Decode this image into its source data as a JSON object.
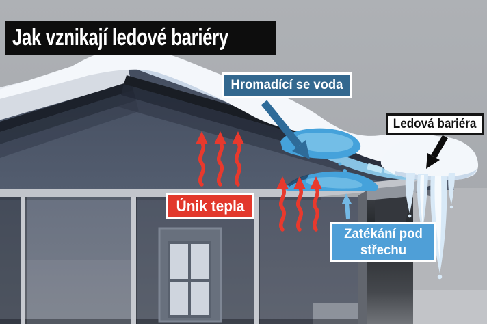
{
  "infographic": {
    "title": "Jak vznikají ledové bariéry",
    "callouts": {
      "accumulating_water": "Hromadící se voda",
      "ice_barrier": "Ledová bariéra",
      "heat_leak": "Únik tepla",
      "leak_under_roof": "Zatékání pod střechu"
    },
    "colors": {
      "background": "#a9acb1",
      "title_bg": "#0d0d0d",
      "title_text": "#ffffff",
      "accumulating_water_bg": "#33688f",
      "ice_barrier_bg": "#ffffff",
      "ice_barrier_border": "#141414",
      "heat_leak_bg": "#e2382c",
      "leak_under_roof_bg": "#4f9fd7",
      "heat_arrow_red": "#e8392d",
      "water_blue": "#45a2db",
      "snow_white": "#f4f7fb",
      "attic_interior": "#4d5769"
    }
  }
}
